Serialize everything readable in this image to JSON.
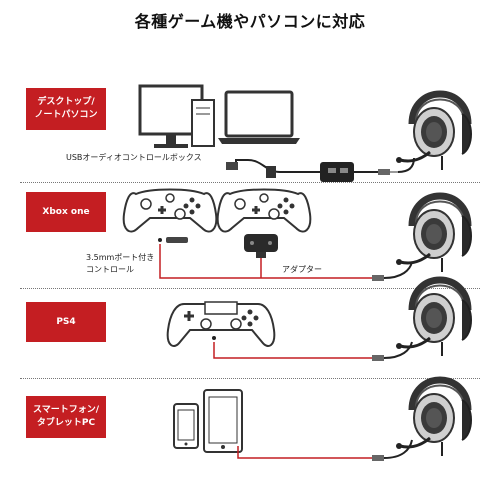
{
  "title": "各種ゲーム機やパソコンに対応",
  "sections": [
    {
      "label_lines": [
        "デスクトップ/",
        "ノートパソコン"
      ]
    },
    {
      "label_lines": [
        "Xbox one"
      ]
    },
    {
      "label_lines": [
        "PS4"
      ]
    },
    {
      "label_lines": [
        "スマートフォン/",
        "タブレットPC"
      ]
    }
  ],
  "captions": {
    "usb_box": "USBオーディオコントロールボックス",
    "port_line1": "3.5mmポート付き",
    "port_line2": "コントロール",
    "adapter": "アダプター"
  },
  "colors": {
    "accent": "#c41e22",
    "line": "#c41e22"
  }
}
